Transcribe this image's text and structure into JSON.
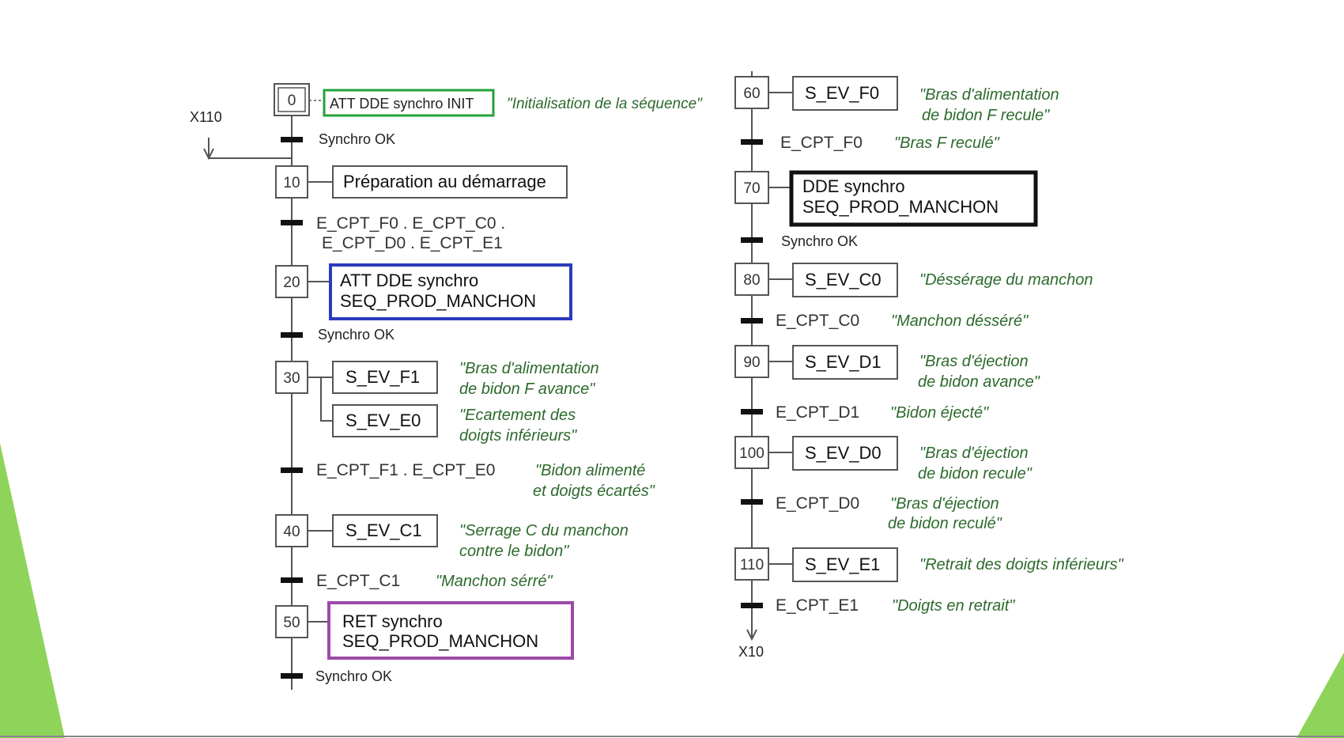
{
  "colors": {
    "line": "#555555",
    "comment": "#2d6a2d",
    "init_box": "#22a23a",
    "blue_box": "#2b3bbd",
    "purple_box": "#9c4aa8",
    "black_box": "#111111",
    "decor_green": "#8fd45a"
  },
  "left": {
    "x110_label": "X110",
    "step0": {
      "num": "0",
      "action": "ATT DDE synchro INIT",
      "comment": "\"Initialisation de la séquence\""
    },
    "t0": {
      "cond": "Synchro OK"
    },
    "step10": {
      "num": "10",
      "action": "Préparation au démarrage"
    },
    "t10": {
      "cond1": "E_CPT_F0 . E_CPT_C0 .",
      "cond2": "E_CPT_D0 . E_CPT_E1"
    },
    "step20": {
      "num": "20",
      "line1": "ATT DDE synchro",
      "line2": "SEQ_PROD_MANCHON"
    },
    "t20": {
      "cond": "Synchro OK"
    },
    "step30": {
      "num": "30",
      "action1": "S_EV_F1",
      "comment1a": "\"Bras d'alimentation",
      "comment1b": "de bidon F avance\"",
      "action2": "S_EV_E0",
      "comment2a": "\"Ecartement des",
      "comment2b": "doigts inférieurs\""
    },
    "t30": {
      "cond": "E_CPT_F1 . E_CPT_E0",
      "comment1": "\"Bidon alimenté",
      "comment2": "et doigts écartés\""
    },
    "step40": {
      "num": "40",
      "action": "S_EV_C1",
      "comment1": "\"Serrage C du manchon",
      "comment2": "contre le bidon\""
    },
    "t40": {
      "cond": "E_CPT_C1",
      "comment": "\"Manchon sérré\""
    },
    "step50": {
      "num": "50",
      "line1": "RET synchro",
      "line2": "SEQ_PROD_MANCHON"
    },
    "t50": {
      "cond": "Synchro OK"
    }
  },
  "right": {
    "step60": {
      "num": "60",
      "action": "S_EV_F0",
      "comment1": "\"Bras d'alimentation",
      "comment2": "de bidon F recule\""
    },
    "t60": {
      "cond": "E_CPT_F0",
      "comment": "\"Bras F reculé\""
    },
    "step70": {
      "num": "70",
      "line1": "DDE synchro",
      "line2": "SEQ_PROD_MANCHON"
    },
    "t70": {
      "cond": "Synchro OK"
    },
    "step80": {
      "num": "80",
      "action": "S_EV_C0",
      "comment": "\"Déssérage du manchon"
    },
    "t80": {
      "cond": "E_CPT_C0",
      "comment": "\"Manchon désséré\""
    },
    "step90": {
      "num": "90",
      "action": "S_EV_D1",
      "comment1": "\"Bras d'éjection",
      "comment2": "de bidon avance\""
    },
    "t90": {
      "cond": "E_CPT_D1",
      "comment": "\"Bidon éjecté\""
    },
    "step100": {
      "num": "100",
      "action": "S_EV_D0",
      "comment1": "\"Bras d'éjection",
      "comment2": "de bidon recule\""
    },
    "t100": {
      "cond": "E_CPT_D0",
      "comment1": "\"Bras d'éjection",
      "comment2": "de bidon reculé\""
    },
    "step110": {
      "num": "110",
      "action": "S_EV_E1",
      "comment": "\"Retrait des doigts inférieurs\""
    },
    "t110": {
      "cond": "E_CPT_E1",
      "comment": "\"Doigts en retrait\""
    },
    "x10_label": "X10"
  }
}
